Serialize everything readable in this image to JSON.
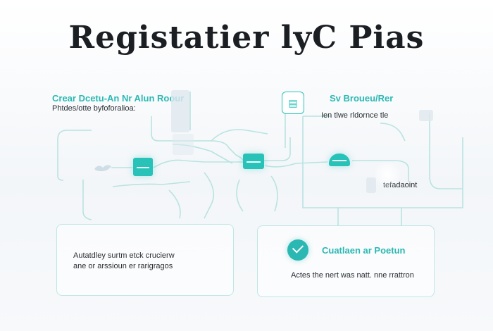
{
  "title": "Registatier lyC Pias",
  "top_left": {
    "heading": "Crear Dcetu-An Nr Alun Roour",
    "subtext": "Phtdes/otte byfoforalioa:"
  },
  "top_right": {
    "heading": "Sv Broueu/Rer",
    "subtext": "Ien tlwe rldornce tle",
    "side_note": "tefadaoint"
  },
  "bottom_left": {
    "line1": "Autatdley surtm etck crucierw",
    "line2": "ane or arssioun er rarigragos"
  },
  "bottom_right": {
    "heading": "Cuatlaen ar Poetun",
    "subtext": "Actes the  nert was natt. nne rrattron"
  },
  "colors": {
    "accent": "#2bb8b3",
    "wire": "#b9e3e1",
    "text": "#1b1e22"
  },
  "icons": [
    "document-icon",
    "check-circle-icon",
    "bird-icon",
    "node-tile-icon"
  ]
}
